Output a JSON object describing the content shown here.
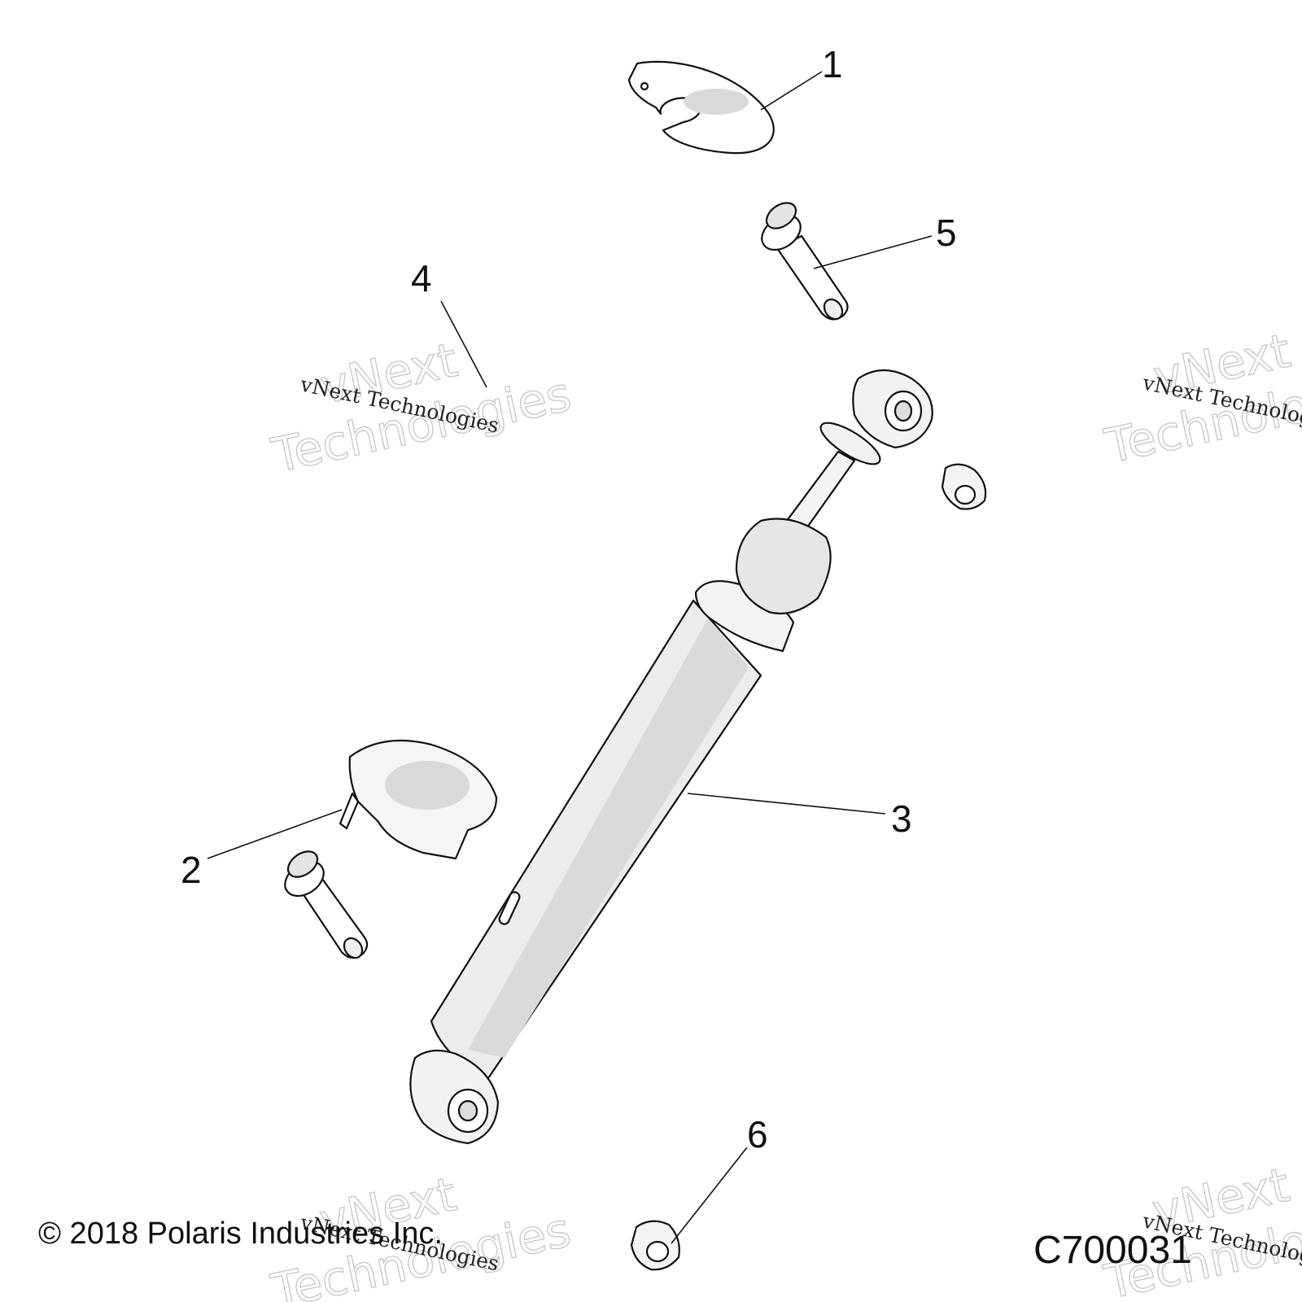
{
  "diagram": {
    "callouts": [
      "1",
      "2",
      "3",
      "4",
      "5",
      "6"
    ],
    "copyright": "© 2018 Polaris Industries Inc.",
    "figure_code": "C700031"
  },
  "watermark": {
    "line1": "vNext",
    "line2": "Technologies",
    "small": "vNext Technologies"
  }
}
